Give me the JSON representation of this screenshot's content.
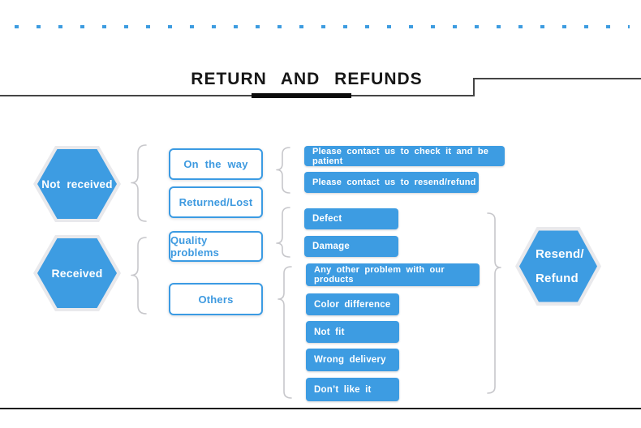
{
  "header": {
    "title": "RETURN AND REFUNDS"
  },
  "colors": {
    "primary_blue": "#3D9CE2",
    "dotted_line_blue": "#3D9CE0",
    "category_text_blue": "#3E9AE0",
    "brace_gray": "#C7C7CB"
  },
  "flow": {
    "statuses": [
      {
        "label": "Not received"
      },
      {
        "label": "Received"
      }
    ],
    "categories": [
      {
        "label": "On the way"
      },
      {
        "label": "Returned/Lost"
      },
      {
        "label": "Quality problems"
      },
      {
        "label": "Others"
      }
    ],
    "actions": [
      {
        "label": "Please contact us to check it and be patient"
      },
      {
        "label": "Please contact us to resend/refund"
      },
      {
        "label": "Defect"
      },
      {
        "label": "Damage"
      },
      {
        "label": "Any other problem with our products"
      },
      {
        "label": "Color difference"
      },
      {
        "label": "Not fit"
      },
      {
        "label": "Wrong delivery"
      },
      {
        "label": "Don’t like it"
      }
    ],
    "outcome": {
      "line1": "Resend/",
      "line2": "Refund"
    }
  }
}
